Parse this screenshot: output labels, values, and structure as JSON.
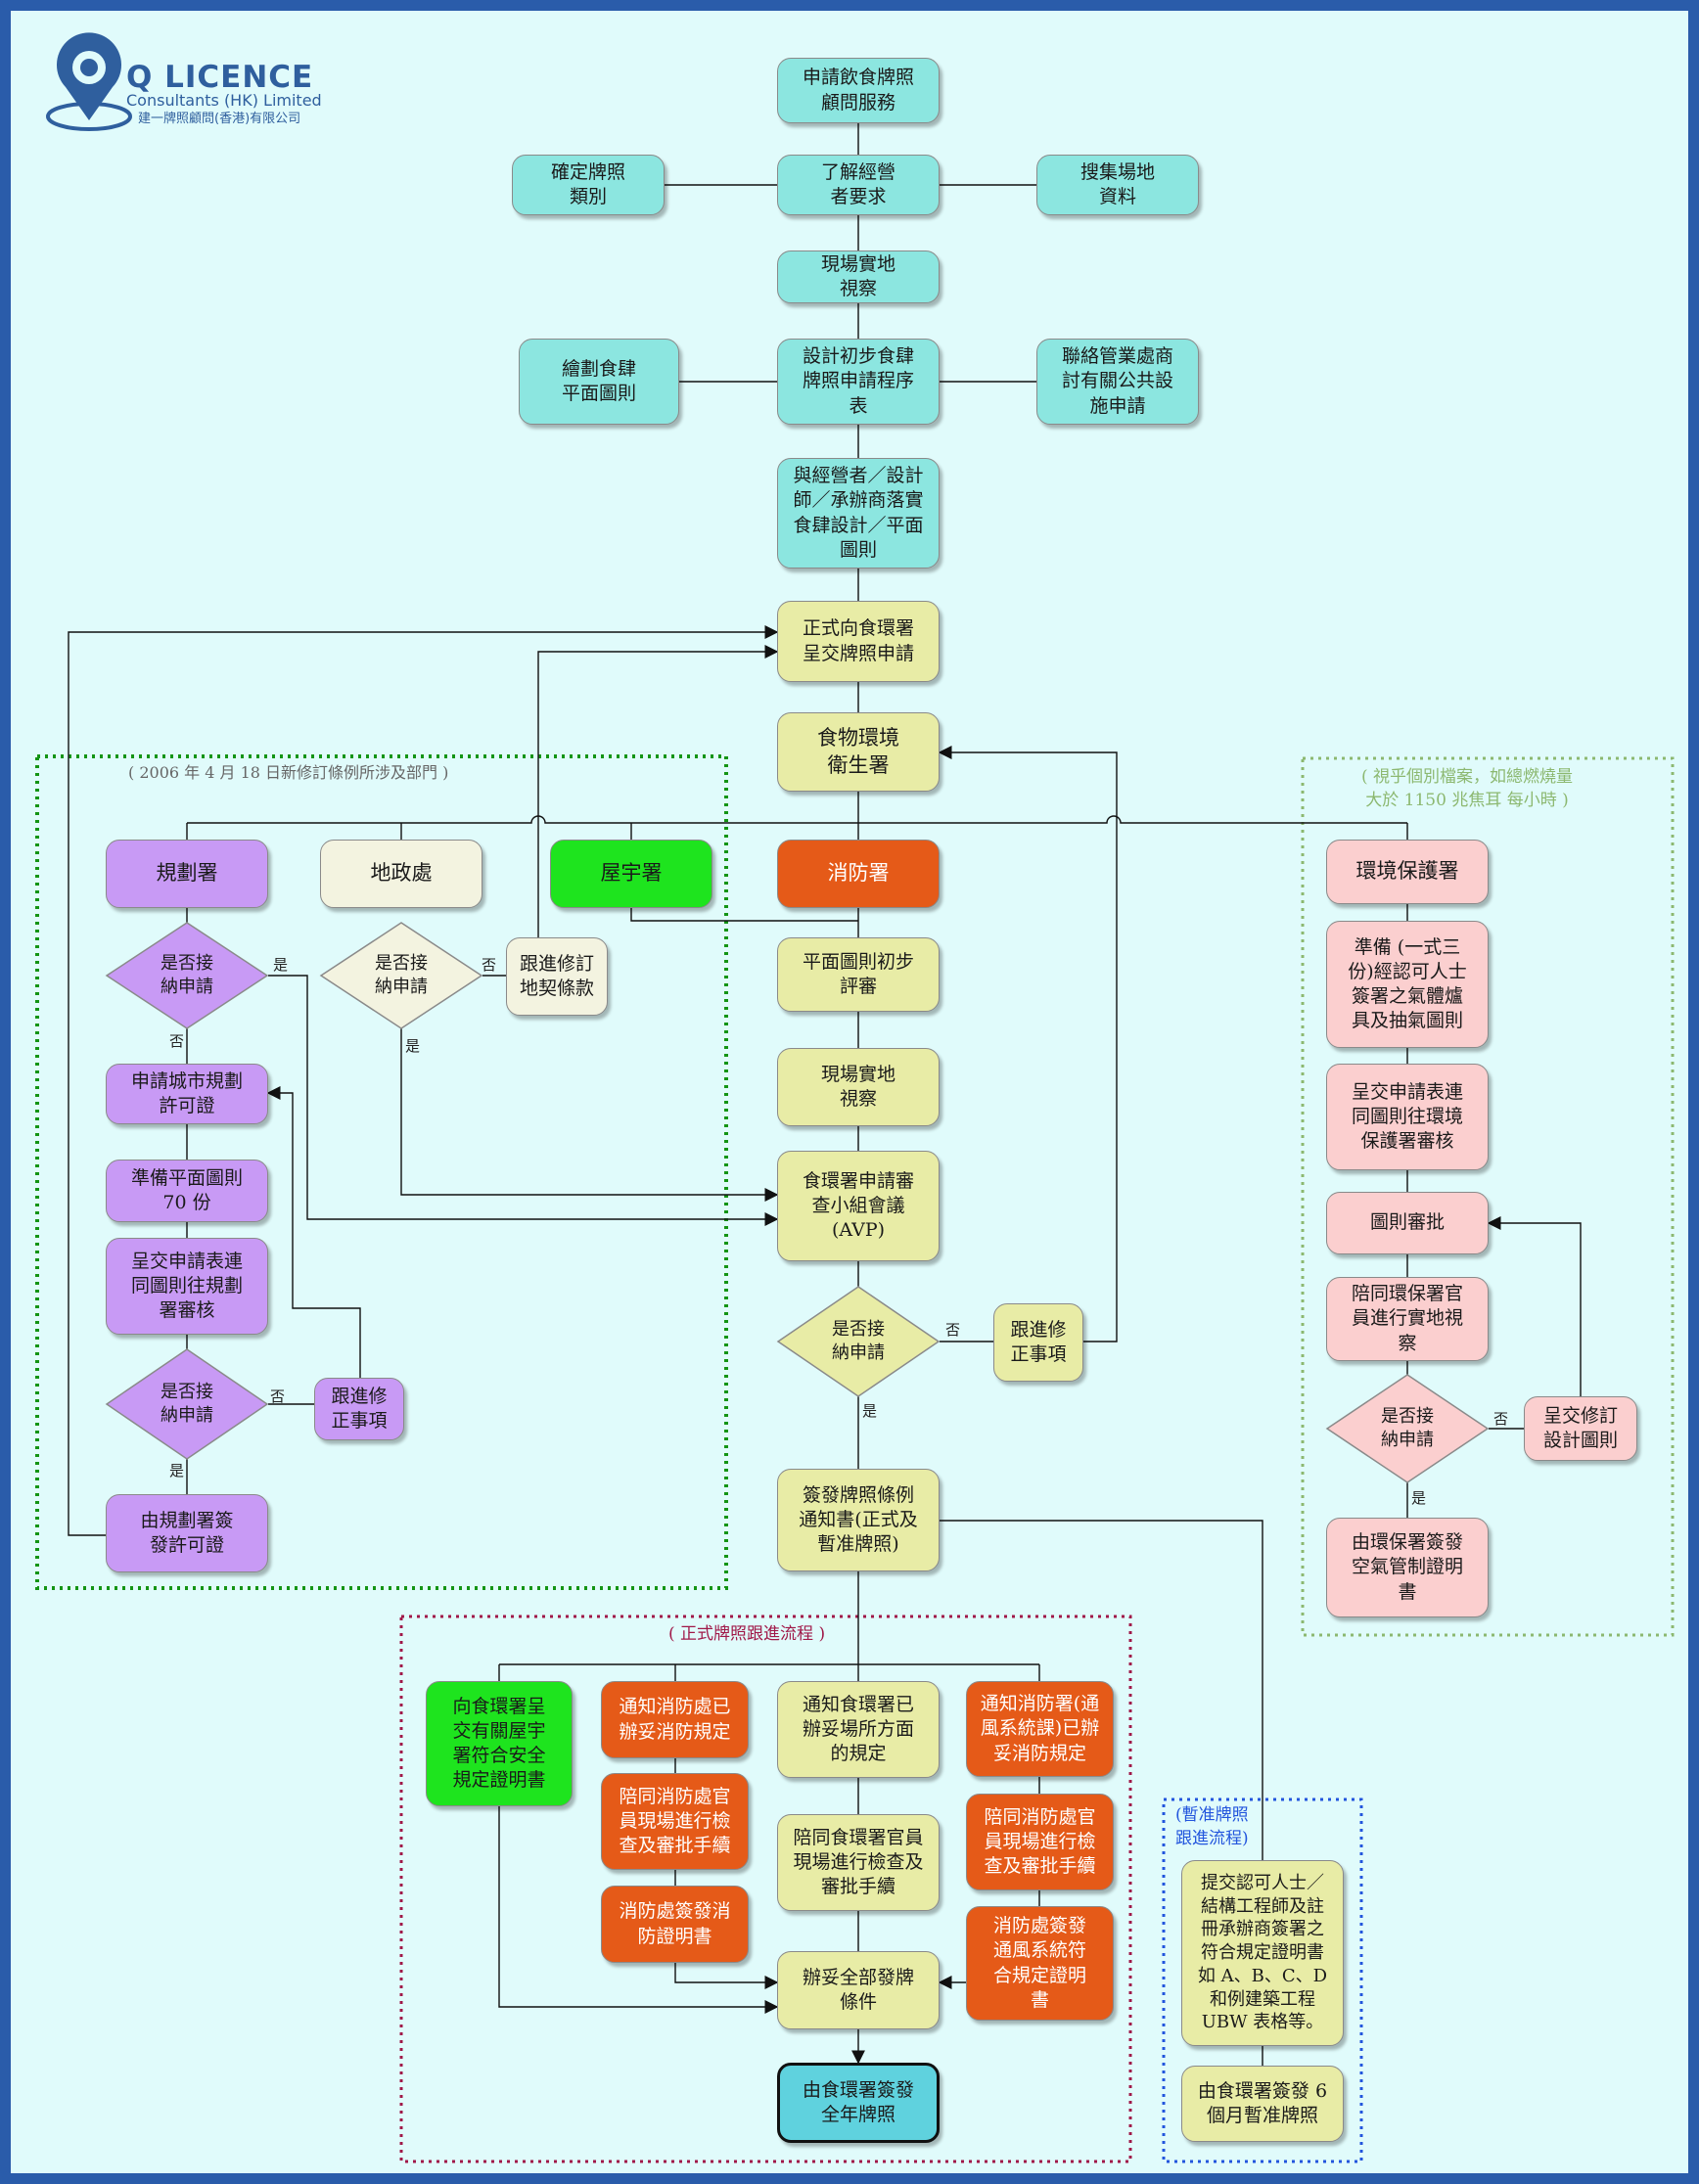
{
  "logo": {
    "title": "Q LICENCE",
    "subtitle": "Consultants (HK) Limited",
    "chinese": "建一牌照顧問(香港)有限公司"
  },
  "colors": {
    "frame": "#2a5caa",
    "background": "#e0fbfb",
    "teal": "#8ce6e0",
    "yellow": "#e8eca6",
    "purple": "#c89af5",
    "cream": "#f3f3e0",
    "green": "#1ee41e",
    "orange": "#e55a18",
    "pink": "#fbcfcf",
    "light_blue": "#5fd2de",
    "group_green": "#149414",
    "group_light_green": "#8cb870",
    "group_red": "#a01848",
    "group_blue": "#2255dd"
  },
  "groups": {
    "amendment_note": "( 2006 年 4 月 18 日新修訂條例所涉及部門 )",
    "epd_note": "( 視乎個別檔案，如總燃燒量\n大於 1150 兆焦耳 每小時 )",
    "full_licence_note": "( 正式牌照跟進流程 )",
    "provisional_note": "(暫准牌照\n跟進流程)"
  },
  "nodes": {
    "n_apply": "申請飲食牌照\n顧問服務",
    "n_understand": "了解經營\n者要求",
    "n_confirm": "確定牌照\n類別",
    "n_collect": "搜集場地\n資料",
    "n_site": "現場實地\n視察",
    "n_design_schedule": "設計初步食肆\n牌照申請程序\n表",
    "n_draw": "繪劃食肆\n平面圖則",
    "n_mgmt": "聯絡管業處商\n討有關公共設\n施申請",
    "n_finalize": "與經營者／設計\n師／承辦商落實\n食肆設計／平面\n圖則",
    "n_submit_fehd": "正式向食環署\n呈交牌照申請",
    "n_fehd": "食物環境\n衛生署",
    "n_planning": "規劃署",
    "n_lands": "地政處",
    "n_housing": "屋宇署",
    "n_fire": "消防署",
    "n_epd": "環境保護署",
    "n_lands_follow": "跟進修訂\n地契條款",
    "n_plan_apply": "申請城市規劃\n許可證",
    "n_plan_prep": "準備平面圖則\n70 份",
    "n_plan_submit": "呈交申請表連\n同圖則往規劃\n署審核",
    "n_plan_follow": "跟進修\n正事項",
    "n_plan_issue": "由規劃署簽\n發許可證",
    "n_plan_review": "平面圖則初步\n評審",
    "n_site2": "現場實地\n視察",
    "n_avp": "食環署申請審\n查小組會議\n(AVP)",
    "n_fehd_follow": "跟進修\n正事項",
    "n_notice": "簽發牌照條例\n通知書(正式及\n暫准牌照)",
    "n_epd_prep": "準備 (一式三\n份)經認可人士\n簽署之氣體爐\n具及抽氣圖則",
    "n_epd_submit": "呈交申請表連\n同圖則往環境\n保護署審核",
    "n_epd_approve": "圖則審批",
    "n_epd_inspect": "陪同環保署官\n員進行實地視\n察",
    "n_epd_resubmit": "呈交修訂\n設計圖則",
    "n_epd_issue": "由環保署簽發\n空氣管制證明\n書",
    "n_bd_cert": "向食環署呈\n交有關屋宇\n署符合安全\n規定證明書",
    "n_fsd_notify": "通知消防處已\n辦妥消防規定",
    "n_fsd_inspect": "陪同消防處官\n員現場進行檢\n查及審批手續",
    "n_fsd_cert": "消防處簽發消\n防證明書",
    "n_fehd_notify": "通知食環署已\n辦妥場所方面\n的規定",
    "n_fehd_inspect": "陪同食環署官員\n現場進行檢查及\n審批手續",
    "n_all_done": "辦妥全部發牌\n條件",
    "n_full_licence": "由食環署簽發\n全年牌照",
    "n_vent_notify": "通知消防署(通\n風系統課)已辦\n妥消防規定",
    "n_vent_inspect": "陪同消防處官\n員現場進行檢\n查及審批手續",
    "n_vent_cert": "消防處簽發\n通風系統符\n合規定證明\n書",
    "n_ap_submit": "提交認可人士／\n結構工程師及註\n冊承辦商簽署之\n符合規定證明書\n如 A、B、C、D\n和例建築工程\nUBW 表格等。",
    "n_provisional": "由食環署簽發 6\n個月暫准牌照"
  },
  "decisions": {
    "d_plan1": "是否接\n納申請",
    "d_lands": "是否接\n納申請",
    "d_plan2": "是否接\n納申請",
    "d_fehd": "是否接\n納申請",
    "d_epd": "是否接\n納申請"
  },
  "edge_labels": {
    "yes": "是",
    "no": "否"
  }
}
